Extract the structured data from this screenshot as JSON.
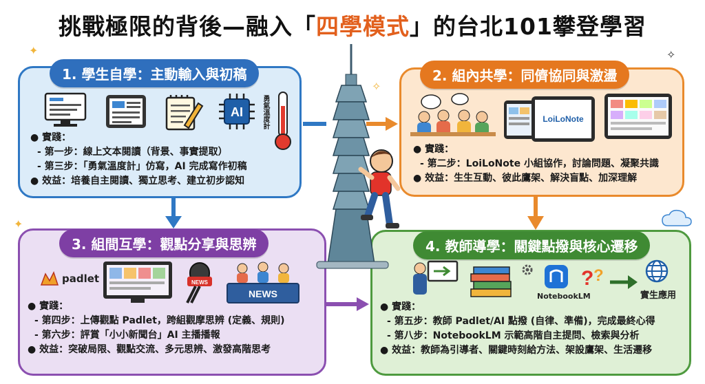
{
  "title": {
    "prefix": "挑戰極限的背後—融入「",
    "highlight": "四學模式",
    "suffix": "」的台北101攀登學習"
  },
  "panels": {
    "p1": {
      "heading": "1. 學生自學：主動輸入與初稿",
      "practice": "● 實踐：",
      "steps": [
        "- 第一步：線上文本閱讀（背景、事實提取）",
        "- 第三步：「勇氣溫度計」仿寫，AI 完成寫作初稿"
      ],
      "benefit": "● 效益：培養自主閱讀、獨立思考、建立初步認知",
      "thermometer_label": "勇氣溫度計"
    },
    "p2": {
      "heading": "2. 組內共學：同儕協同與激盪",
      "practice": "● 實踐：",
      "steps": [
        "- 第二步：LoiLoNote 小組協作，討論問題、凝聚共識"
      ],
      "benefit": "● 效益：生生互動、彼此鷹架、解決盲點、加深理解",
      "app_label": "LoiLoNote"
    },
    "p3": {
      "heading": "3. 組間互學：觀點分享與思辨",
      "practice": "● 實踐：",
      "steps": [
        "- 第四步：上傳觀點 Padlet，跨組觀摩思辨 (定義、規則)",
        "- 第六步：評賞「小小新聞台」AI 主播播報"
      ],
      "benefit": "● 效益：突破局限、觀點交流、多元思辨、激發高階思考",
      "padlet_label": "padlet",
      "news_label": "NEWS",
      "mic_label": "NEWS"
    },
    "p4": {
      "heading": "4. 教師導學：關鍵點撥與核心遷移",
      "practice": "● 實踐：",
      "steps": [
        "- 第五步：教師 Padlet/AI 點撥 (自律、準備)，完成最終心得",
        "- 第八步：NotebookLM 示範高階自主提問、檢索與分析"
      ],
      "benefit": "● 效益：教師為引導者、關鍵時刻給方法、架設鷹架、生活遷移",
      "notebook_label": "NotebookLM",
      "apply_label": "實生應用",
      "chip_label": "AI"
    }
  },
  "colors": {
    "blue": "#2f78c4",
    "orange": "#e98a2c",
    "purple": "#8b4fb0",
    "green": "#4e9a3f",
    "highlight": "#e2601d"
  }
}
